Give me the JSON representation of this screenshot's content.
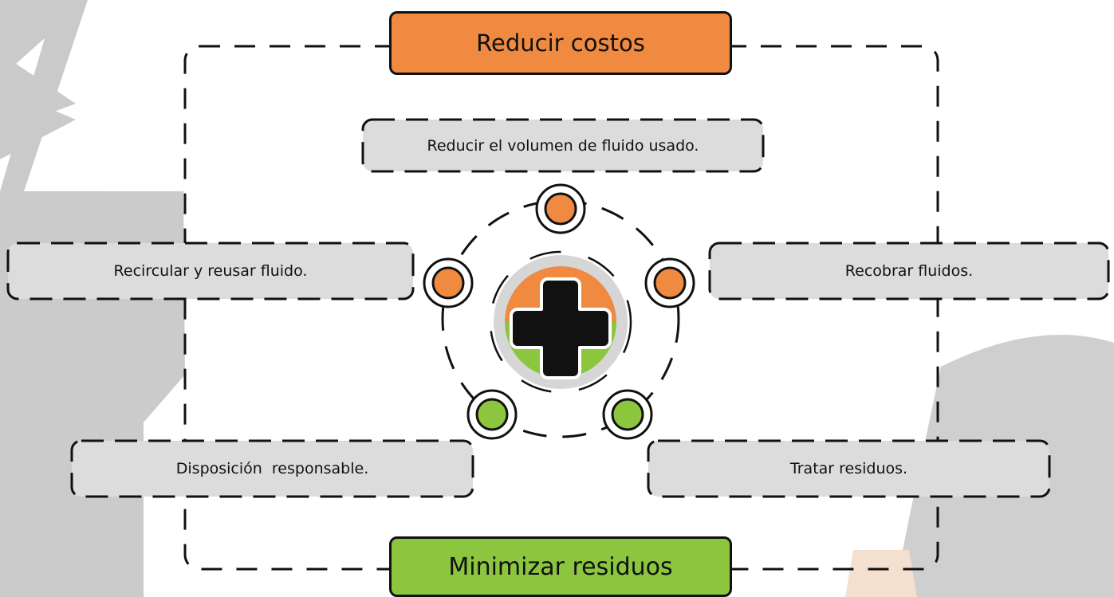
{
  "colors": {
    "orange": "#F08A40",
    "green": "#8CC63F",
    "box_fill": "#DCDCDC",
    "background_shape": "#C8C8C8",
    "outline": "#111111"
  },
  "diagram": {
    "top_title": "Reducir costos",
    "bottom_title": "Minimizar residuos",
    "items": [
      {
        "label": "Reducir el volumen de fluido usado.",
        "node_color": "orange"
      },
      {
        "label": "Recircular y reusar fluido.",
        "node_color": "orange"
      },
      {
        "label": "Recobrar fluidos.",
        "node_color": "orange"
      },
      {
        "label": "Disposición  responsable.",
        "node_color": "green"
      },
      {
        "label": "Tratar residuos.",
        "node_color": "green"
      }
    ],
    "center_icon": "plus-icon"
  }
}
